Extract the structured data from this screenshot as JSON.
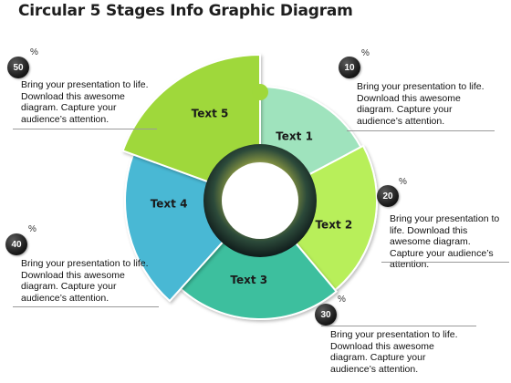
{
  "title": "Circular 5 Stages Info Graphic Diagram",
  "stages": [
    {
      "label": "Text 1",
      "color": "#9fe3bd"
    },
    {
      "label": "Text 2",
      "color": "#b8ef5a"
    },
    {
      "label": "Text 3",
      "color": "#3cbf9e"
    },
    {
      "label": "Text 4",
      "color": "#48b8d4"
    },
    {
      "label": "Text 5",
      "color": "#9fd83a"
    }
  ],
  "callouts": [
    {
      "value": "10",
      "unit": "%",
      "text": "Bring your presentation to life. Download this awesome diagram. Capture your audience’s attention."
    },
    {
      "value": "20",
      "unit": "%",
      "text": "Bring your presentation to life. Download this awesome diagram. Capture your audience’s attention."
    },
    {
      "value": "30",
      "unit": "%",
      "text": "Bring your presentation to life. Download this awesome diagram. Capture your audience’s attention."
    },
    {
      "value": "40",
      "unit": "%",
      "text": "Bring your presentation to life. Download this awesome diagram. Capture your audience’s attention."
    },
    {
      "value": "50",
      "unit": "%",
      "text": "Bring your presentation to life. Download this awesome diagram. Capture your audience’s attention."
    }
  ]
}
